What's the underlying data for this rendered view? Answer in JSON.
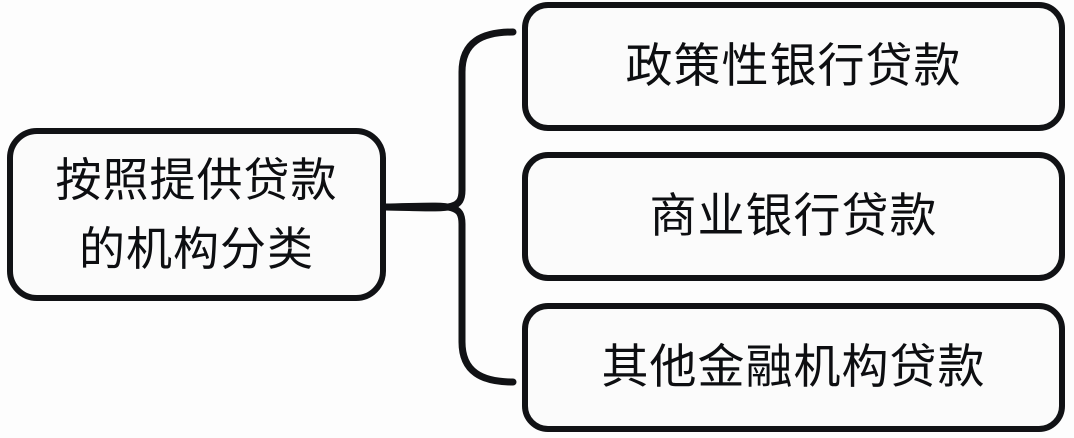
{
  "diagram": {
    "type": "bracket-hierarchy",
    "title": "按照提供贷款的机构分类",
    "orientation": "left-to-right",
    "colors": {
      "background": "#fdfdfd",
      "node_fill": "#fbfbfb",
      "stroke": "#111215",
      "text": "#0d0e11"
    },
    "root": {
      "id": "root",
      "label": "按照提供贷款的机构分类",
      "lines": [
        "按照提供贷款",
        "的机构分类"
      ]
    },
    "connector": {
      "kind": "curly-brace",
      "name": "brace-connector",
      "points_from": "root",
      "points_to": [
        "leaf-0",
        "leaf-1",
        "leaf-2"
      ]
    },
    "branches": [
      {
        "id": "leaf-0",
        "label": "政策性银行贷款",
        "lines": [
          "政策性银行贷款"
        ]
      },
      {
        "id": "leaf-1",
        "label": "商业银行贷款",
        "lines": [
          "商业银行贷款"
        ]
      },
      {
        "id": "leaf-2",
        "label": "其他金融机构贷款",
        "lines": [
          "其他金融机构贷款"
        ]
      }
    ]
  }
}
